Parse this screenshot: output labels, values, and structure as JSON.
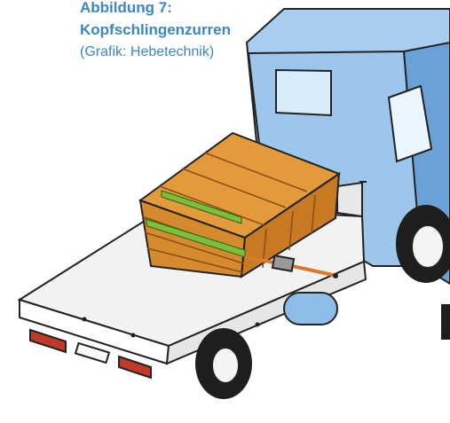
{
  "caption": {
    "figure_label": "Abbildung 7:",
    "title": "Kopfschlingenzurren",
    "credit": "(Grafik: Hebetechnik)"
  },
  "icons": {
    "truck": "flatbed-truck-illustration",
    "cargo": "wooden-crate",
    "strap": "tie-down-strap-with-ratchet"
  },
  "colors": {
    "cab_blue": "#9cc6ec",
    "cab_dark": "#6aa2d8",
    "wood": "#d68a2e",
    "wood_dark": "#a86418",
    "strap_green": "#7cbf3a",
    "caption_blue": "#3a86c6",
    "platform": "#f2f2f2",
    "tail_light": "#c0392b"
  }
}
